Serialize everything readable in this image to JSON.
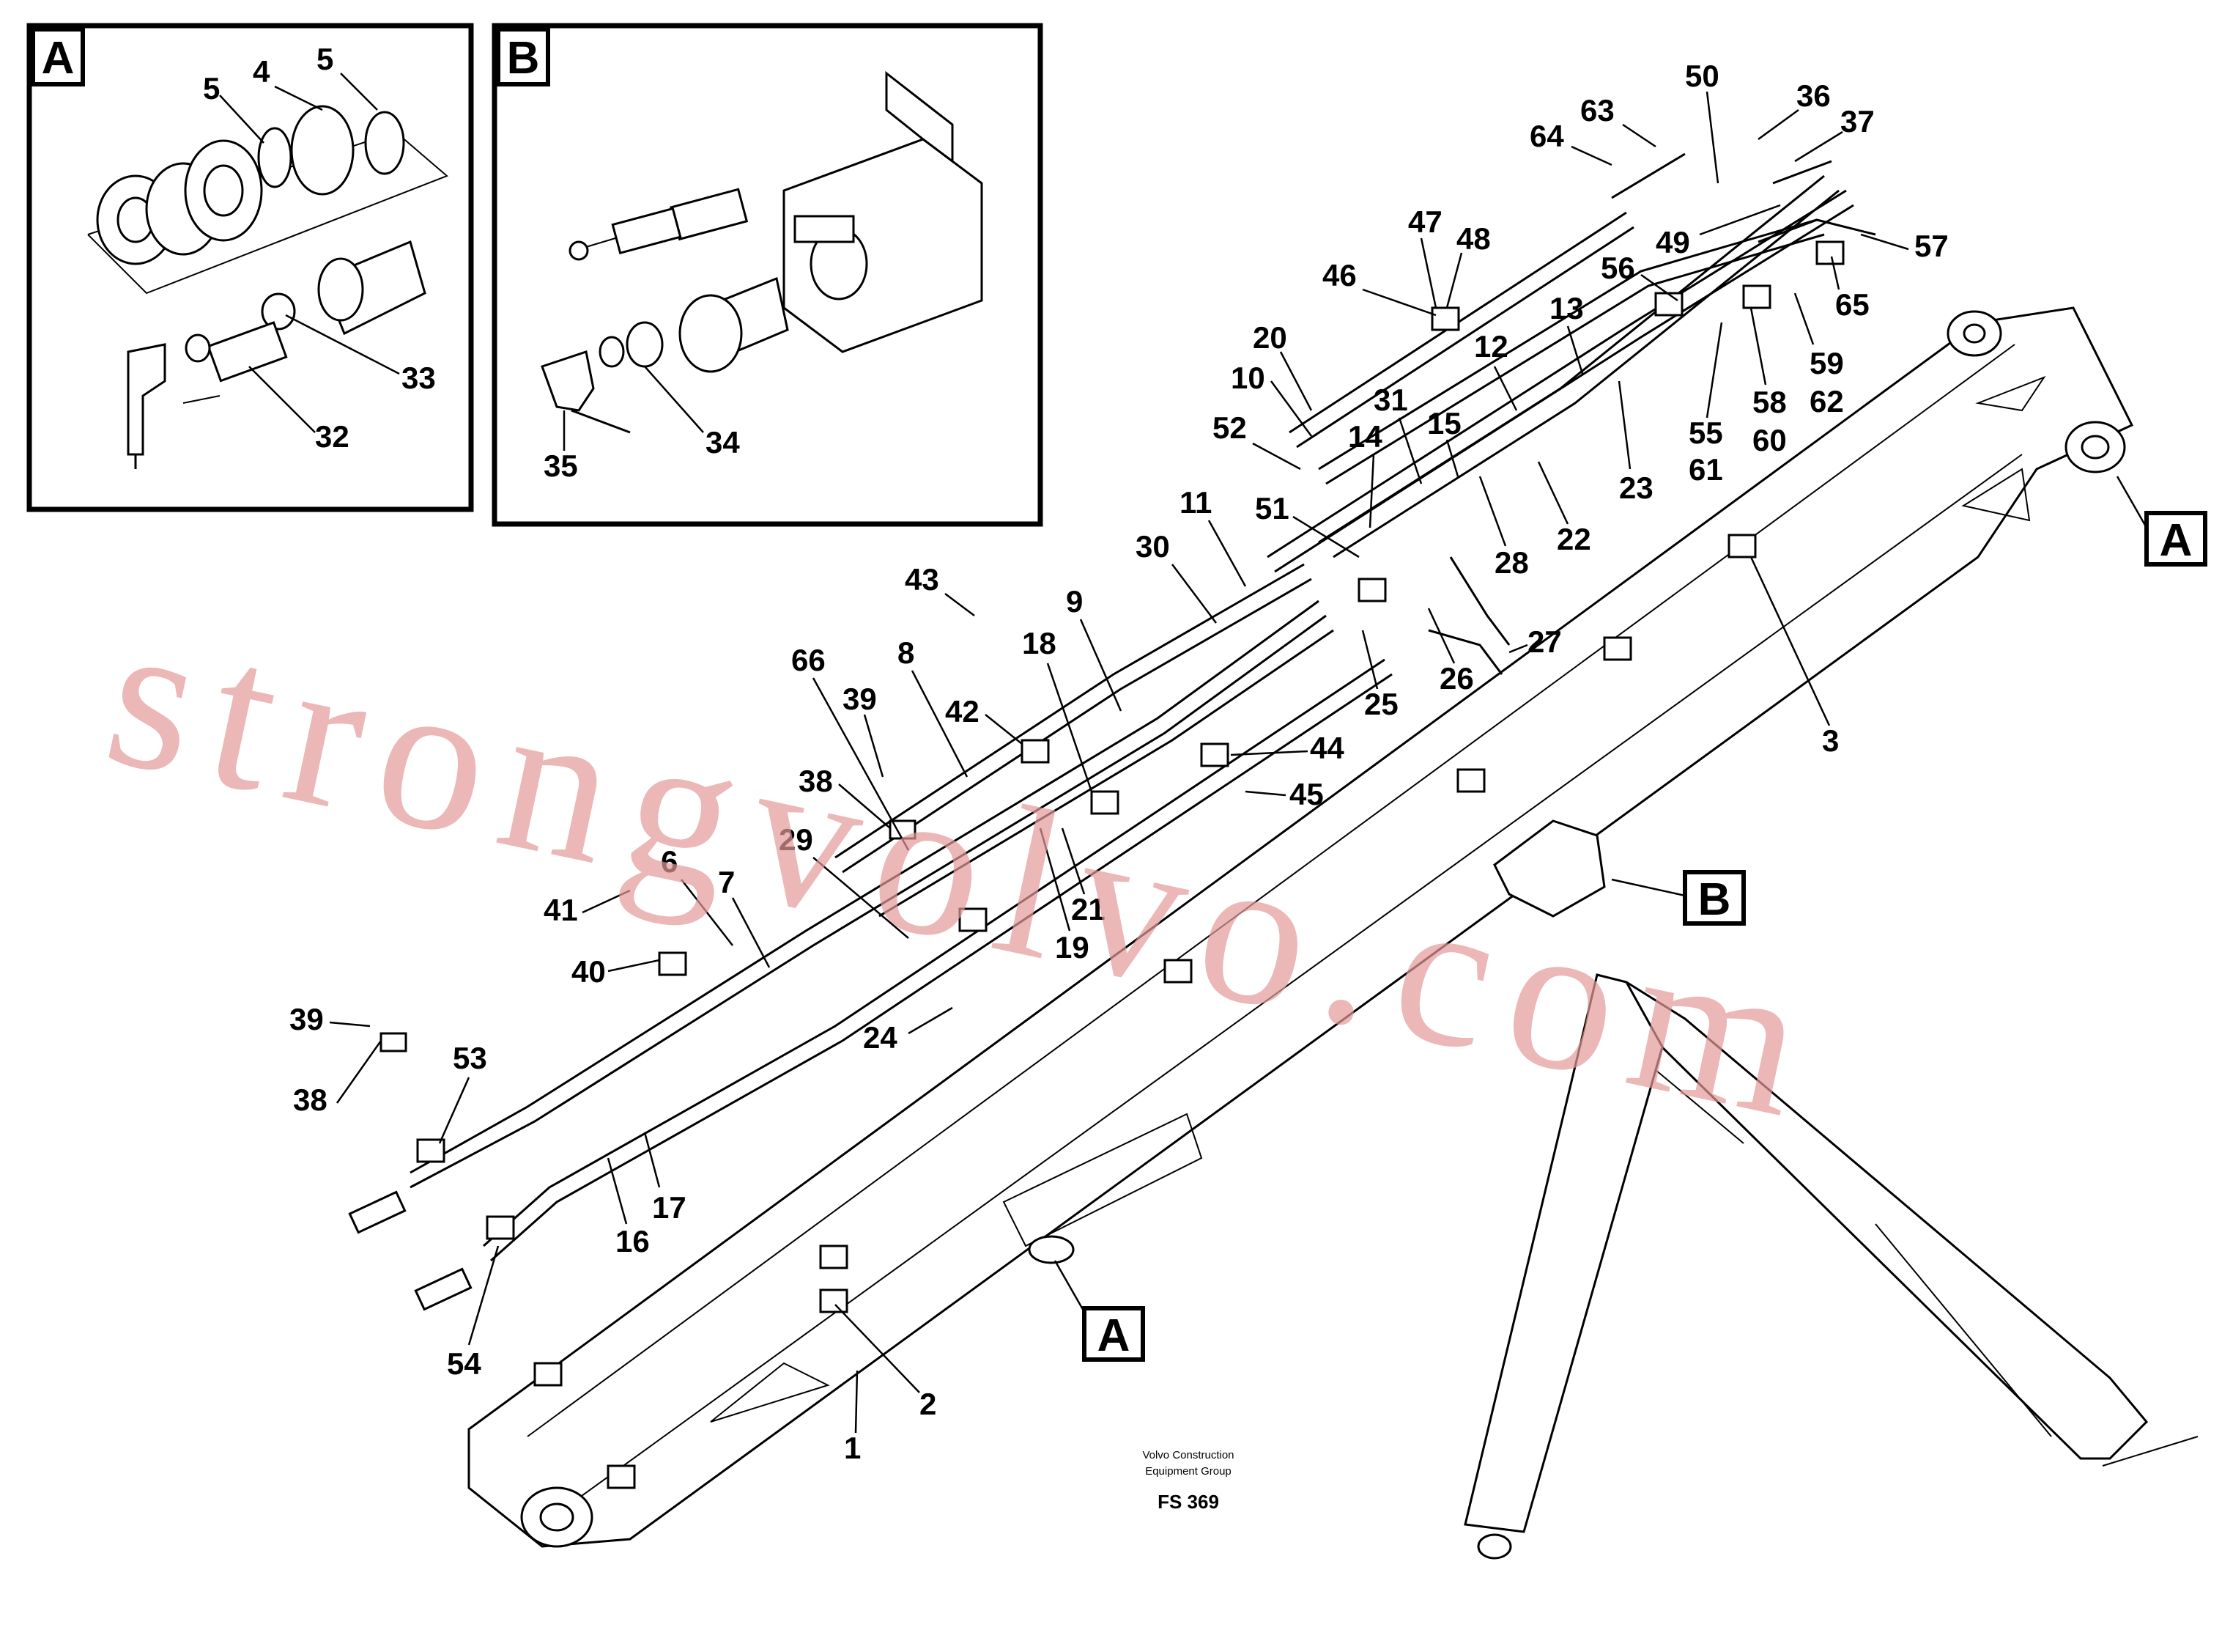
{
  "insets": [
    {
      "tag": "A",
      "callouts": [
        "5",
        "4",
        "5",
        "33",
        "32"
      ]
    },
    {
      "tag": "B",
      "callouts": [
        "34",
        "35"
      ]
    }
  ],
  "main_tags": {
    "a_right": "A",
    "a_bottom": "A",
    "b_right": "B"
  },
  "callouts": {
    "c1": "1",
    "c2": "2",
    "c3": "3",
    "c6": "6",
    "c7": "7",
    "c8": "8",
    "c9": "9",
    "c10": "10",
    "c11": "11",
    "c12": "12",
    "c13": "13",
    "c14": "14",
    "c15": "15",
    "c16": "16",
    "c17": "17",
    "c18": "18",
    "c19": "19",
    "c20": "20",
    "c21": "21",
    "c22": "22",
    "c23": "23",
    "c24": "24",
    "c25": "25",
    "c26": "26",
    "c27": "27",
    "c28": "28",
    "c29": "29",
    "c30": "30",
    "c31": "31",
    "c36": "36",
    "c37": "37",
    "c38a": "38",
    "c38b": "38",
    "c39a": "39",
    "c39b": "39",
    "c40": "40",
    "c41": "41",
    "c42": "42",
    "c43": "43",
    "c44": "44",
    "c45": "45",
    "c46": "46",
    "c47": "47",
    "c48": "48",
    "c49": "49",
    "c50": "50",
    "c51": "51",
    "c52": "52",
    "c53": "53",
    "c54": "54",
    "c55": "55",
    "c56": "56",
    "c57": "57",
    "c58": "58",
    "c59": "59",
    "c60": "60",
    "c61": "61",
    "c62": "62",
    "c63": "63",
    "c64": "64",
    "c65": "65",
    "c66": "66"
  },
  "credit": {
    "line1": "Volvo Construction",
    "line2": "Equipment Group",
    "figure": "FS 369"
  },
  "watermark": "strongvolvo.com"
}
